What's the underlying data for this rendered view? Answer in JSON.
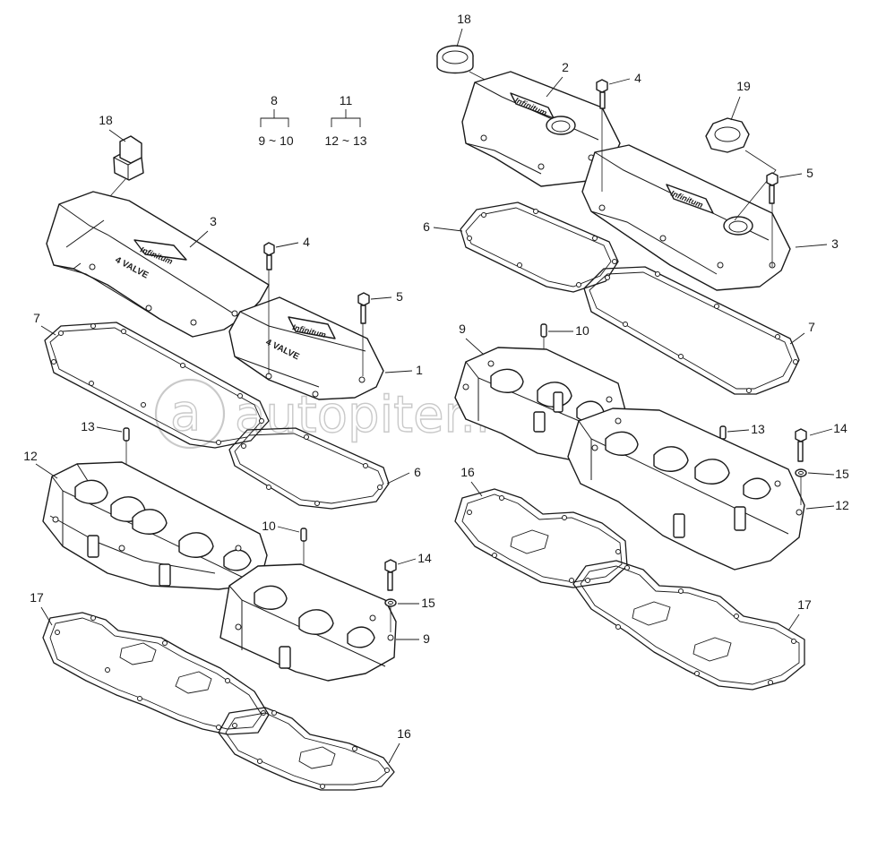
{
  "watermark": "autopiter.ru",
  "cover_logo_text": "Infinitum",
  "cover_engraving": "4 VALVE",
  "groups": [
    {
      "parent": "8",
      "children": "9 ~ 10"
    },
    {
      "parent": "11",
      "children": "12 ~ 13"
    }
  ],
  "callouts": {
    "l18": "18",
    "l3": "3",
    "l4": "4",
    "l5": "5",
    "l1": "1",
    "l7": "7",
    "l6": "6",
    "l13": "13",
    "l12": "12",
    "l10": "10",
    "l14": "14",
    "l15": "15",
    "l9": "9",
    "l17": "17",
    "l16": "16",
    "r18": "18",
    "r2": "2",
    "r4": "4",
    "r19": "19",
    "r5": "5",
    "r6": "6",
    "r3": "3",
    "r7": "7",
    "r9": "9",
    "r10": "10",
    "r13": "13",
    "r14": "14",
    "r15": "15",
    "r16": "16",
    "r12": "12",
    "r17": "17"
  }
}
